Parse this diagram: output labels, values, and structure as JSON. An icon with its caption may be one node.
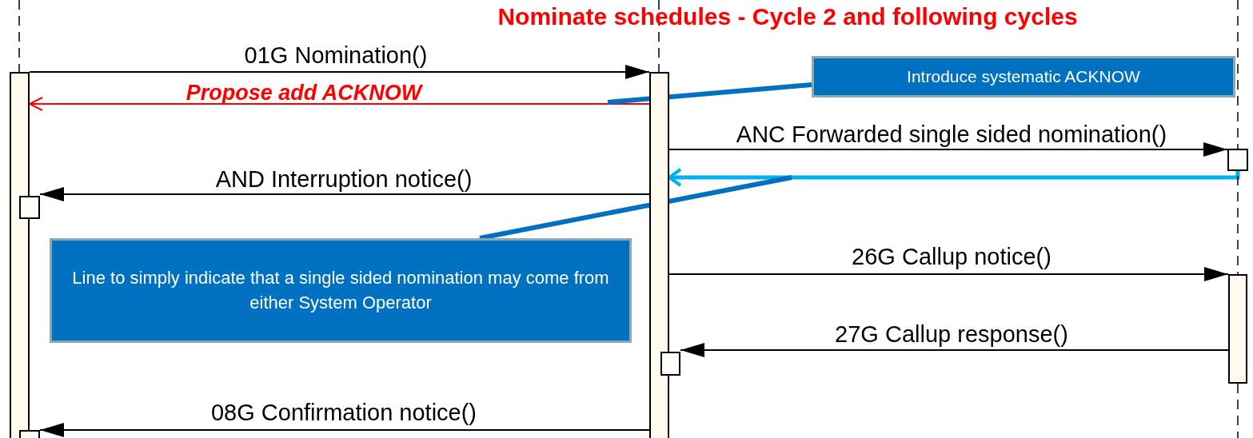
{
  "diagram": {
    "title": "Nominate schedules - Cycle 2 and following cycles",
    "nodes": [
      {
        "text": [],
        "shape": "bar"
      },
      {
        "text": [],
        "shape": "bar"
      },
      {
        "text": [],
        "shape": "box"
      },
      {
        "text": [],
        "shape": "box"
      },
      {
        "text": [],
        "shape": "bar"
      },
      {
        "text": [],
        "shape": "box"
      },
      {
        "text": [],
        "shape": "box"
      },
      {
        "text": [
          "Introduce systematic ACKNOW"
        ]
      },
      {
        "text": [
          "Line to simply indicate that a single sided nomination may come from either System Operator"
        ]
      }
    ],
    "edges": [
      {
        "from": 0,
        "to": 1,
        "arrow": "to",
        "label": "01G Nomination()"
      },
      {
        "from": 1,
        "to": 0,
        "arrow": "to",
        "label": "Propose add ACKNOW",
        "color": "#ff0000"
      },
      {
        "from": 1,
        "to": 2,
        "arrow": "to",
        "label": "ANC Forwarded single sided nomination()"
      },
      {
        "from": 1,
        "to": 3,
        "arrow": "to",
        "label": "AND Interruption notice()"
      },
      {
        "from": 2,
        "to": 1,
        "arrow": "to",
        "style": "thick",
        "color": "#00b0f0"
      },
      {
        "from": 1,
        "to": 4,
        "arrow": "to",
        "label": "26G Callup notice()"
      },
      {
        "from": 4,
        "to": 5,
        "arrow": "to",
        "label": "27G Callup response()"
      },
      {
        "from": 1,
        "to": 6,
        "arrow": "to",
        "label": "08G Confirmation notice()"
      },
      {
        "from": 7,
        "to": null,
        "arrow": "none",
        "style": "thick",
        "color": "#0070c0"
      },
      {
        "from": 8,
        "to": null,
        "arrow": "none",
        "style": "thick",
        "color": "#0070c0"
      }
    ]
  }
}
